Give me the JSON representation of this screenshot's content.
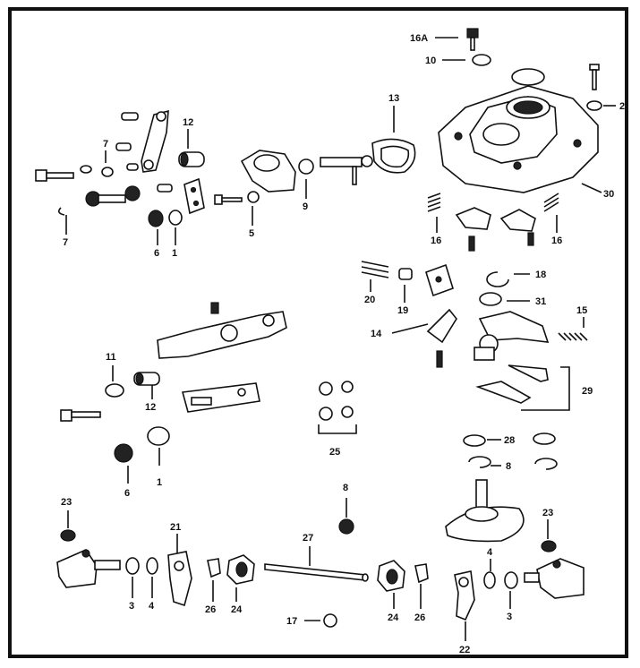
{
  "diagram": {
    "labels": [
      "16A",
      "10",
      "2",
      "13",
      "12",
      "7",
      "30",
      "9",
      "5",
      "7",
      "6",
      "1",
      "16",
      "16",
      "18",
      "20",
      "19",
      "31",
      "15",
      "14",
      "11",
      "12",
      "29",
      "25",
      "28",
      "8",
      "6",
      "1",
      "23",
      "8",
      "23",
      "21",
      "27",
      "4",
      "3",
      "4",
      "26",
      "24",
      "24",
      "26",
      "3",
      "22",
      "17"
    ],
    "note_text_present": false
  }
}
